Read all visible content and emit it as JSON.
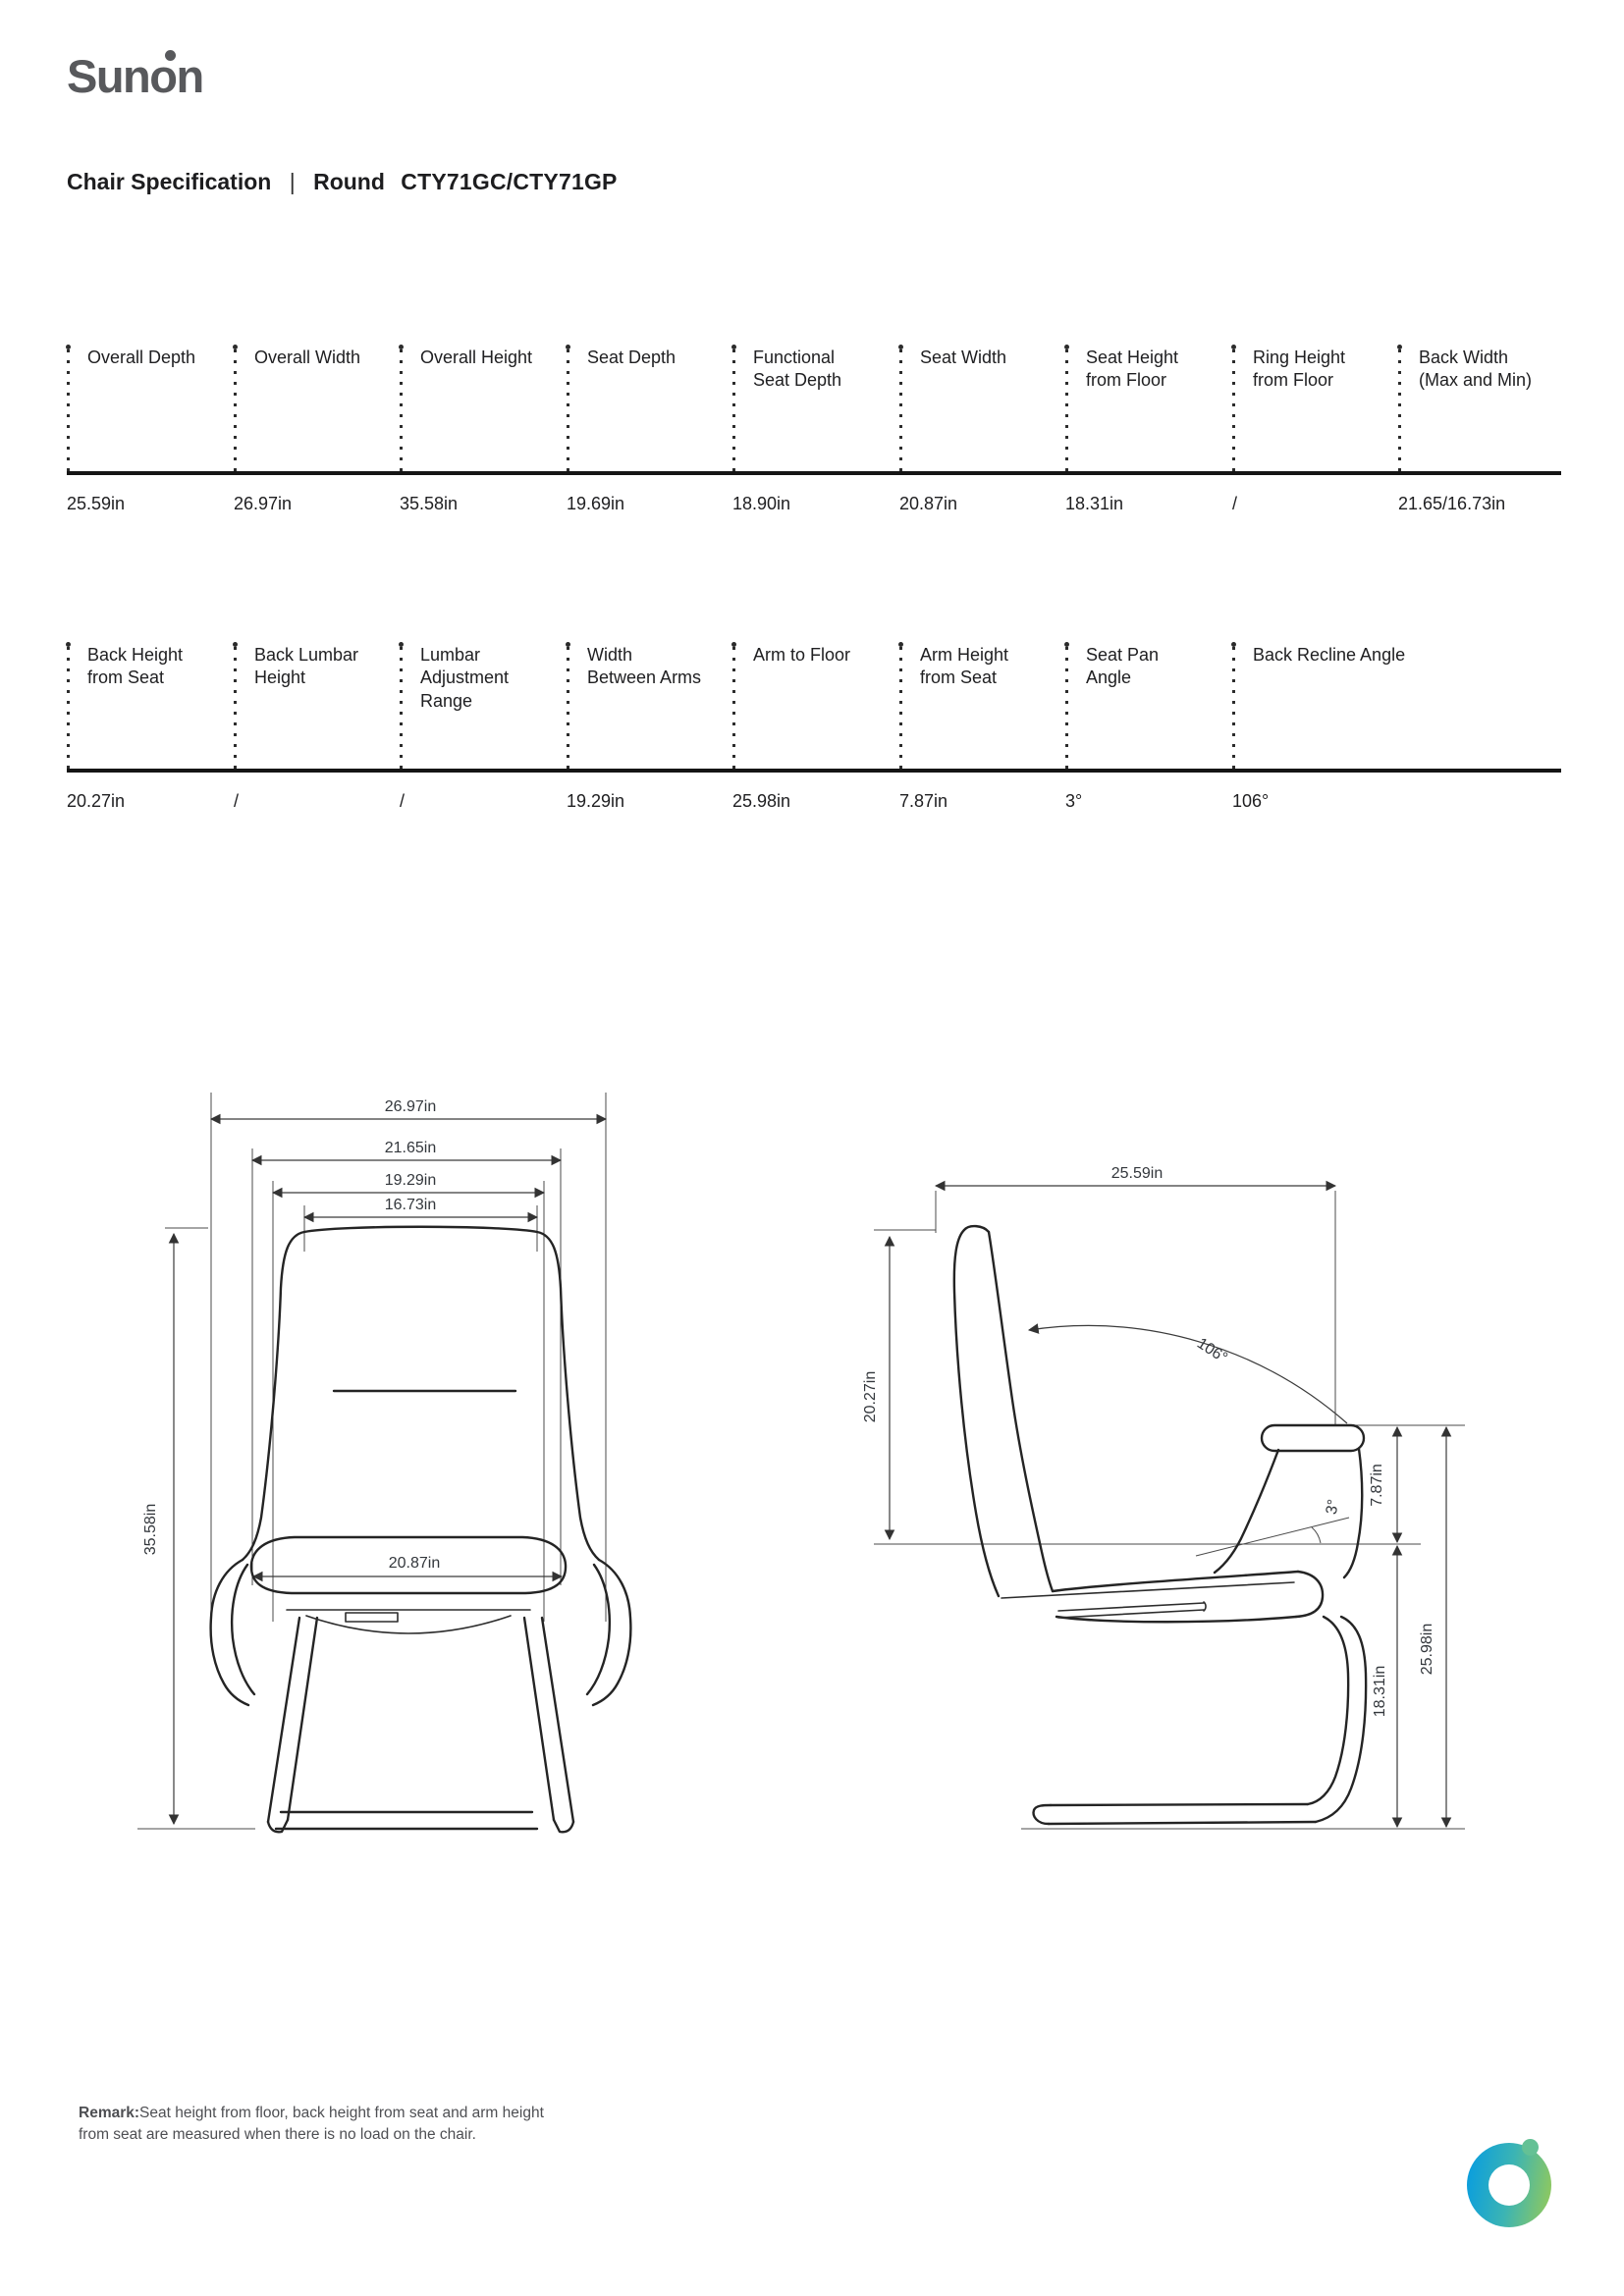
{
  "brand": {
    "logo_text": "Sunon"
  },
  "header": {
    "title": "Chair Specification",
    "separator": "|",
    "series": "Round",
    "model": "CTY71GC/CTY71GP"
  },
  "tables": {
    "table1": {
      "columns": [
        {
          "label": "Overall Depth",
          "value": "25.59in"
        },
        {
          "label": "Overall Width",
          "value": "26.97in"
        },
        {
          "label": "Overall Height",
          "value": "35.58in"
        },
        {
          "label": "Seat Depth",
          "value": "19.69in"
        },
        {
          "label": "Functional\nSeat Depth",
          "value": "18.90in"
        },
        {
          "label": "Seat Width",
          "value": "20.87in"
        },
        {
          "label": "Seat Height\nfrom Floor",
          "value": "18.31in"
        },
        {
          "label": "Ring Height\nfrom Floor",
          "value": "/"
        },
        {
          "label": "Back Width\n(Max and Min)",
          "value": "21.65/16.73in"
        }
      ]
    },
    "table2": {
      "columns": [
        {
          "label": "Back Height\nfrom Seat",
          "value": "20.27in"
        },
        {
          "label": "Back Lumbar\nHeight",
          "value": "/"
        },
        {
          "label": "Lumbar\nAdjustment\nRange",
          "value": "/"
        },
        {
          "label": "Width\nBetween Arms",
          "value": "19.29in"
        },
        {
          "label": "Arm to Floor",
          "value": "25.98in"
        },
        {
          "label": "Arm Height\nfrom Seat",
          "value": "7.87in"
        },
        {
          "label": "Seat Pan\nAngle",
          "value": "3°"
        },
        {
          "label": "Back Recline Angle",
          "value": "106°"
        }
      ]
    }
  },
  "drawings": {
    "front_view": {
      "overall_width": "26.97in",
      "back_width_max": "21.65in",
      "width_between_arms": "19.29in",
      "back_width_min": "16.73in",
      "overall_height": "35.58in",
      "seat_width": "20.87in"
    },
    "side_view": {
      "overall_depth": "25.59in",
      "back_height_from_seat": "20.27in",
      "back_recline_angle": "106°",
      "seat_pan_angle": "3°",
      "arm_height_from_seat": "7.87in",
      "seat_height_from_floor": "18.31in",
      "arm_to_floor": "25.98in"
    }
  },
  "footer": {
    "remark_label": "Remark:",
    "remark_text": "Seat height from floor, back height from seat and arm height from seat are measured when there is no load on the chair."
  },
  "colors": {
    "logo_gray": "#58595c",
    "ring_blue": "#0d9fdb",
    "ring_green": "#8ac764",
    "text_dark": "#202022"
  }
}
